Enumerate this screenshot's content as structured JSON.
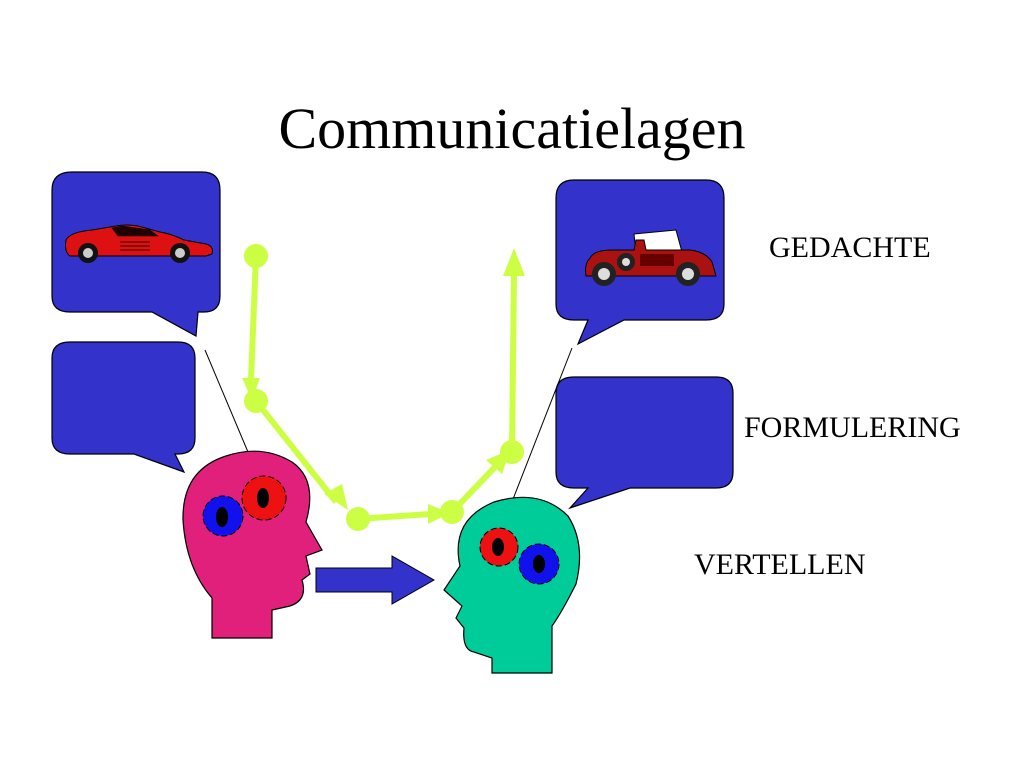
{
  "slide": {
    "title": "Communicatielagen",
    "layers": [
      {
        "label": "GEDACHTE"
      },
      {
        "label": "FORMULERING"
      },
      {
        "label": "VERTELLEN"
      }
    ]
  },
  "colors": {
    "bubble": "#3333cc",
    "path": "#ccff44",
    "sender_head": "#e0207a",
    "receiver_head": "#00cc99",
    "arrow": "#3333cc",
    "gear_red": "#ee1111",
    "gear_blue": "#1111ee"
  },
  "icons": {
    "sender_thought": "sports-car-icon",
    "receiver_thought": "vintage-car-icon"
  }
}
